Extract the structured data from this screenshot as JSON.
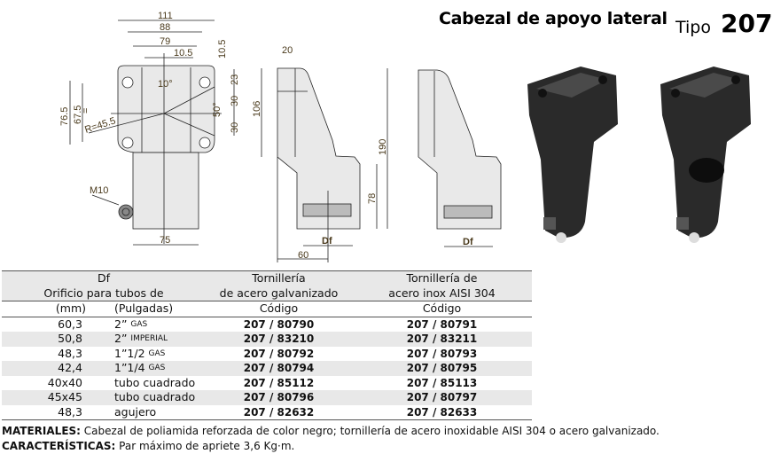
{
  "header": {
    "title": "Cabezal de apoyo lateral",
    "tipo_label": "Tipo",
    "tipo_number": "207"
  },
  "drawing": {
    "front": {
      "d111": "111",
      "d88": "88",
      "d79": "79",
      "d10_5a": "10.5",
      "d10_5b": "10.5",
      "d23": "23",
      "d30a": "30",
      "d30b": "30",
      "d76_5": "76.5",
      "d67_5": "67.5",
      "eq": "=",
      "angle10": "10°",
      "angle50": "50°",
      "radius": "R=45.5",
      "m10": "M10",
      "d75": "75"
    },
    "side": {
      "d20": "20",
      "d106": "106",
      "d190": "190",
      "d78": "78",
      "df": "Df",
      "d60": "60"
    },
    "side2": {
      "df": "Df"
    }
  },
  "table": {
    "header": {
      "df": "Df",
      "orificio": "Orificio para tubos de",
      "mm": "(mm)",
      "pulgadas": "(Pulgadas)",
      "col_galv_1": "Tornillería",
      "col_galv_2": "de acero galvanizado",
      "col_inox_1": "Tornillería de",
      "col_inox_2": "acero inox AISI 304",
      "codigo_galv": "Código",
      "codigo_inox": "Código"
    },
    "rows": [
      {
        "mm": "60,3",
        "inch": "2”",
        "suffix": "GAS",
        "galv": "207 / 80790",
        "inox": "207 / 80791"
      },
      {
        "mm": "50,8",
        "inch": "2”",
        "suffix": "IMPERIAL",
        "galv": "207 / 83210",
        "inox": "207 / 83211"
      },
      {
        "mm": "48,3",
        "inch": "1”1/2",
        "suffix": "GAS",
        "galv": "207 / 80792",
        "inox": "207 / 80793"
      },
      {
        "mm": "42,4",
        "inch": "1”1/4",
        "suffix": "GAS",
        "galv": "207 / 80794",
        "inox": "207 / 80795"
      },
      {
        "mm": "40x40",
        "inch": "tubo cuadrado",
        "suffix": "",
        "galv": "207 / 85112",
        "inox": "207 / 85113"
      },
      {
        "mm": "45x45",
        "inch": "tubo cuadrado",
        "suffix": "",
        "galv": "207 / 80796",
        "inox": "207 / 80797"
      },
      {
        "mm": "48,3",
        "inch": "agujero",
        "suffix": "",
        "galv": "207 / 82632",
        "inox": "207 / 82633"
      }
    ]
  },
  "footer": {
    "materiales_label": "MATERIALES:",
    "materiales_text": " Cabezal de poliamida reforzada de color negro; tornillería de acero inoxidable AISI 304 o acero galvanizado.",
    "caracteristicas_label": "CARACTERÍSTICAS:",
    "caracteristicas_text": " Par máximo de apriete 3,6 Kg·m."
  }
}
